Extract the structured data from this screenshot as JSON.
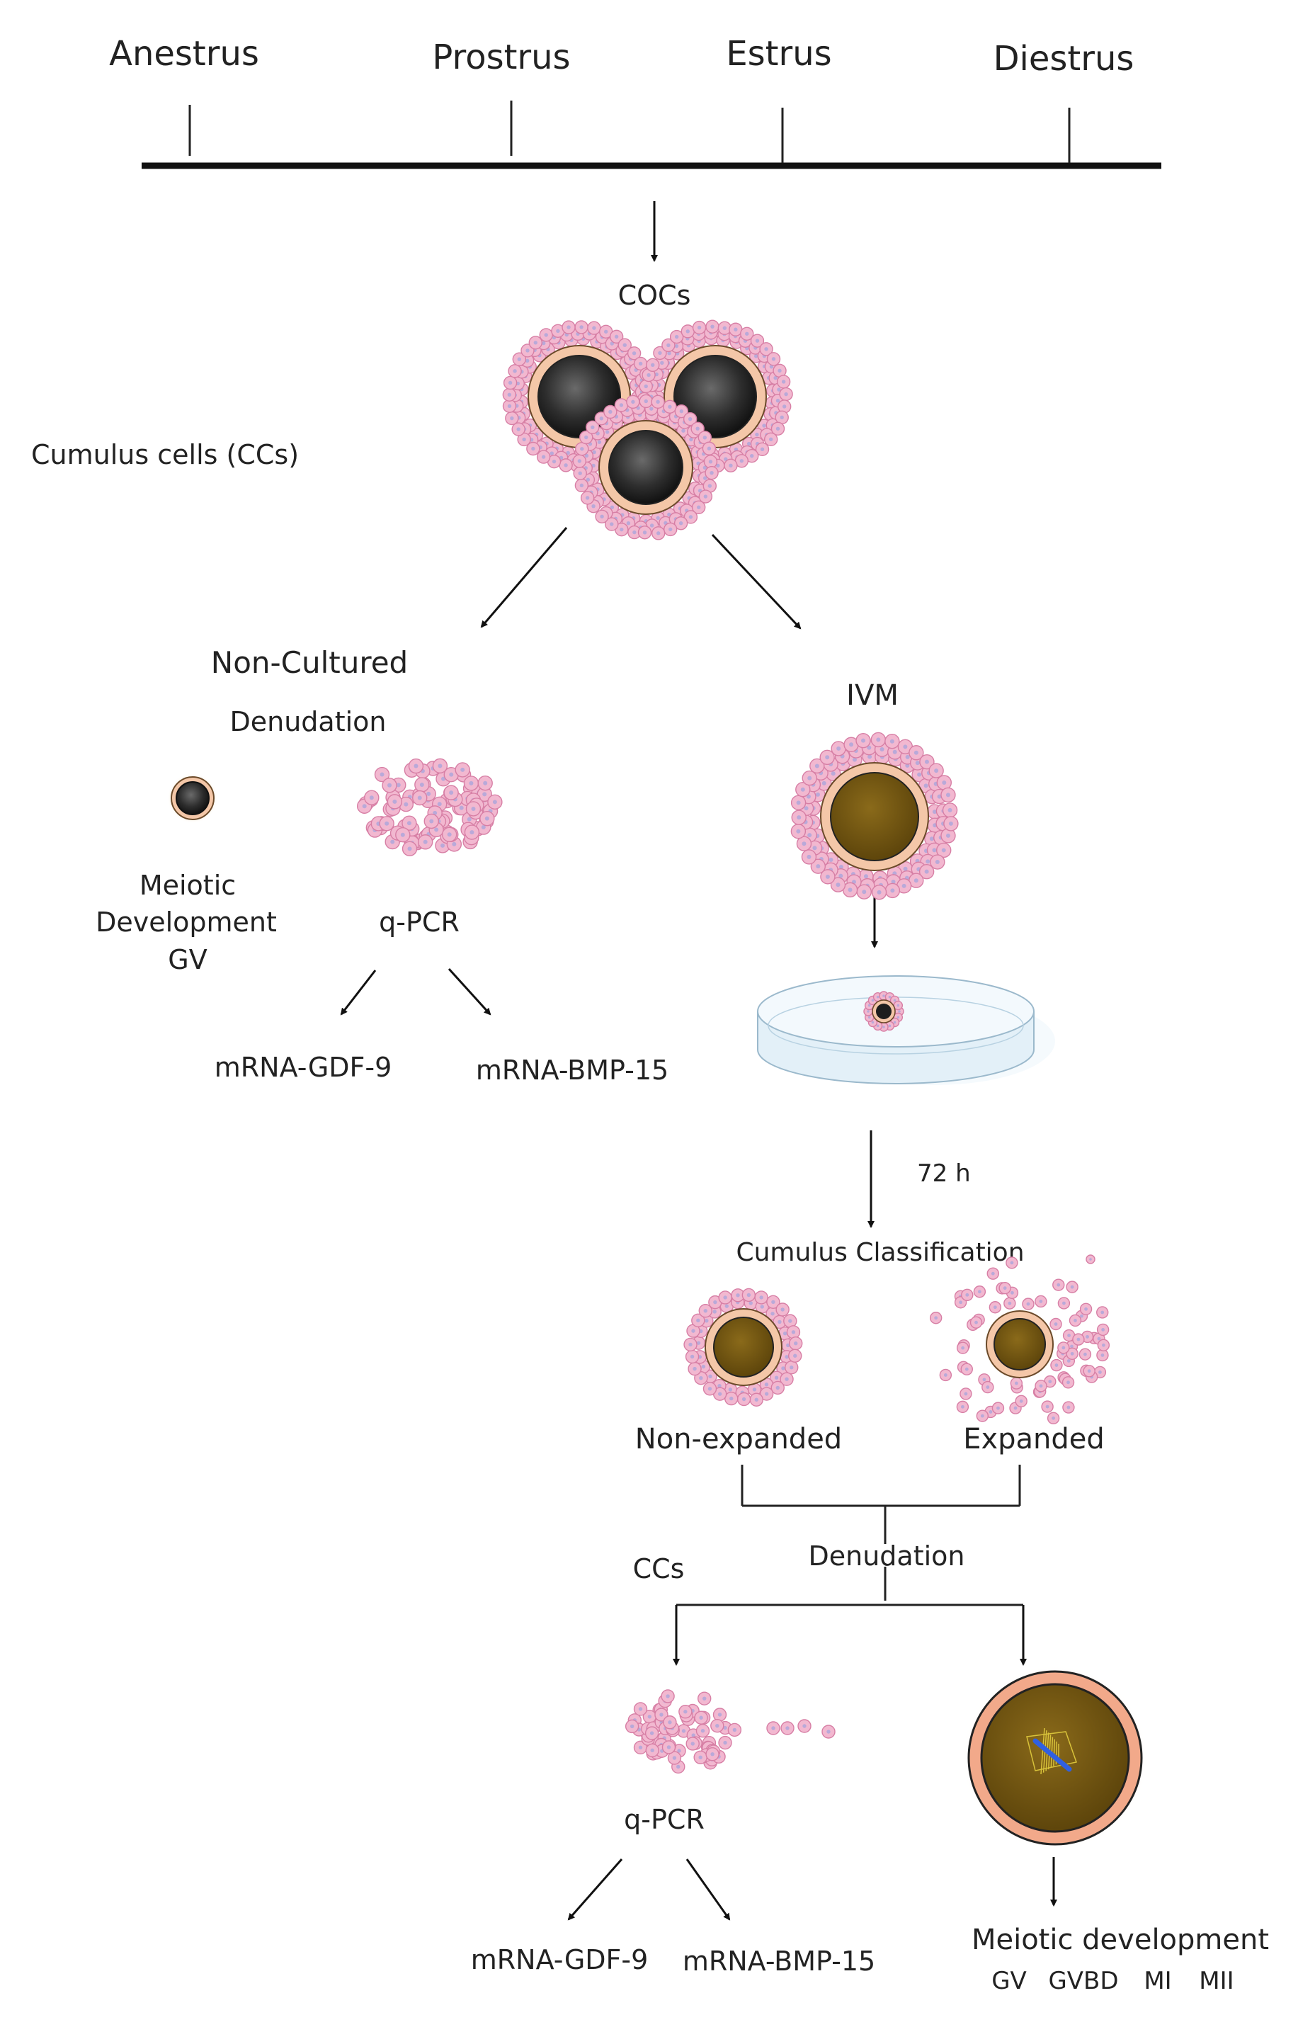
{
  "timeline": {
    "stages": [
      "Anestrus",
      "Prostrus",
      "Estrus",
      "Diestrus"
    ]
  },
  "labels": {
    "cocs": "COCs",
    "cumulus_cells": "Cumulus cells (CCs)",
    "non_cultured": "Non-Cultured",
    "denudation_left": "Denudation",
    "meiotic_line1": "Meiotic",
    "meiotic_line2": "Development",
    "meiotic_line3": "GV",
    "qpcr_left": "q-PCR",
    "gdf9_left": "mRNA-GDF-9",
    "bmp15_left": "mRNA-BMP-15",
    "ivm": "IVM",
    "hours": "72 h",
    "cumulus_classification": "Cumulus Classification",
    "non_expanded": "Non-expanded",
    "expanded": "Expanded",
    "denudation_right": "Denudation",
    "ccs": "CCs",
    "qpcr_right": "q-PCR",
    "gdf9_right": "mRNA-GDF-9",
    "bmp15_right": "mRNA-BMP-15",
    "meiotic_development": "Meiotic development",
    "stages_final": [
      "GV",
      "GVBD",
      "MI",
      "MII"
    ]
  },
  "colors": {
    "cumulus_cell": "#f2b8d0",
    "cumulus_cell_stroke": "#d77fa5",
    "zona": "#f4c7a8",
    "oocyte_dark": "#3a3a3a",
    "oocyte_matured": "#7a5a12",
    "spindle": "#3060e0"
  }
}
